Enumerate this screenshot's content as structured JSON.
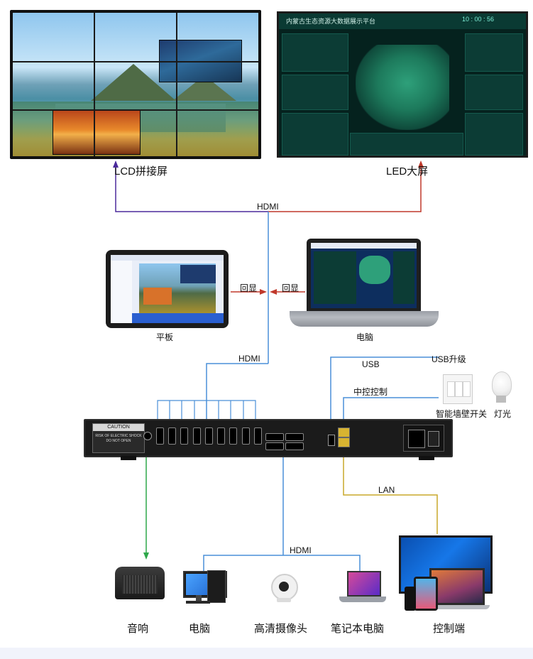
{
  "screens": {
    "lcd_label": "LCD拼接屏",
    "led_label": "LED大屏",
    "led_title": "内蒙古生态资源大数据展示平台",
    "led_clock": "10 : 00 : 56"
  },
  "links": {
    "hdmi_top": "HDMI",
    "echo_left": "回显",
    "echo_right": "回显",
    "hdmi_mid": "HDMI",
    "usb": "USB",
    "usb_upgrade": "USB升级",
    "central_control": "中控控制",
    "lan": "LAN",
    "hdmi_bottom": "HDMI"
  },
  "devices": {
    "tablet": "平板",
    "computer": "电脑",
    "wall_switch": "智能墙壁开关",
    "light": "灯光"
  },
  "box": {
    "caution_title": "CAUTION",
    "caution_text": "RISK OF ELECTRIC SHOCK DO NOT OPEN"
  },
  "bottom": {
    "speaker": "音响",
    "pc": "电脑",
    "camera": "高清摄像头",
    "notebook": "笔记本电脑",
    "control": "控制端"
  },
  "colors": {
    "purple_line": "#4b2a9c",
    "red_line": "#c0392b",
    "blue_line": "#4a8fd8",
    "green_line": "#2ea84a",
    "yellow_line": "#c9a82a"
  }
}
